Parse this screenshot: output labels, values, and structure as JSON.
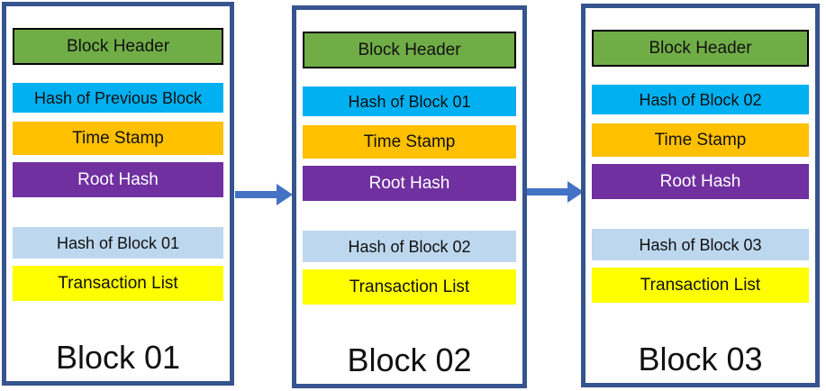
{
  "diagram": {
    "blocks": [
      {
        "name": "Block 01",
        "header_label": "Block Header",
        "prev_hash_label": "Hash of Previous Block",
        "timestamp_label": "Time Stamp",
        "root_hash_label": "Root Hash",
        "block_hash_label": "Hash of Block 01",
        "transaction_label": "Transaction List"
      },
      {
        "name": "Block 02",
        "header_label": "Block Header",
        "prev_hash_label": "Hash of Block 01",
        "timestamp_label": "Time Stamp",
        "root_hash_label": "Root Hash",
        "block_hash_label": "Hash of Block 02",
        "transaction_label": "Transaction List"
      },
      {
        "name": "Block 03",
        "header_label": "Block Header",
        "prev_hash_label": "Hash of Block 02",
        "timestamp_label": "Time Stamp",
        "root_hash_label": "Root Hash",
        "block_hash_label": "Hash of Block 03",
        "transaction_label": "Transaction List"
      }
    ],
    "connections": [
      {
        "from": "Block 01",
        "to": "Block 02"
      },
      {
        "from": "Block 02",
        "to": "Block 03"
      }
    ],
    "colors": {
      "header_green": "#70AD47",
      "prev_hash_cyan": "#00B0F0",
      "timestamp_orange": "#FFC000",
      "root_hash_purple": "#7030A0",
      "block_hash_lightblue": "#BDD7EE",
      "transaction_yellow": "#FFFF00",
      "container_border_blue": "#36548E",
      "arrow_blue": "#4472C4",
      "header_border_black": "#000000",
      "root_hash_text_white": "#FFFFFF"
    }
  }
}
